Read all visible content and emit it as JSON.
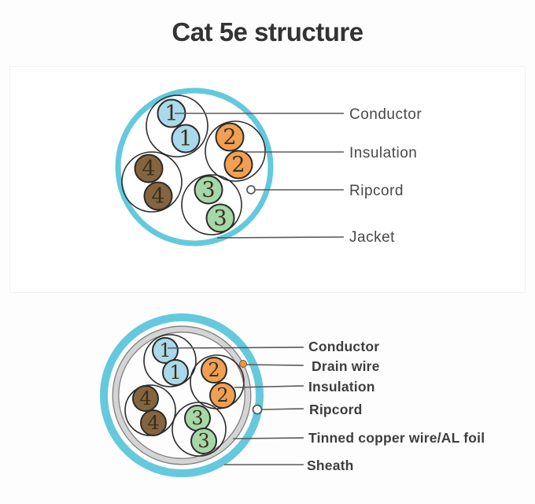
{
  "title": "Cat 5e structure",
  "colors": {
    "jacket_cyan": "#64c9dd",
    "pair_blue": "#a9d9ea",
    "pair_orange": "#f0a053",
    "pair_green": "#a6d7a8",
    "pair_brown": "#85653f",
    "number_text": "#3a2f1b",
    "sheath_fill": "#d4d4d4",
    "sheath_edge": "#7f7f7f",
    "drain_dot": "#e8973f",
    "leader_line": "#5a5a5a",
    "top_label_text": "#484848",
    "bottom_label_text": "#3e3e3e"
  },
  "top_diagram": {
    "pair_numbers": [
      "1",
      "2",
      "3",
      "4"
    ],
    "labels": {
      "conductor": "Conductor",
      "insulation": "Insulation",
      "ripcord": "Ripcord",
      "jacket": "Jacket"
    }
  },
  "bottom_diagram": {
    "pair_numbers": [
      "1",
      "2",
      "3",
      "4"
    ],
    "labels": {
      "conductor": "Conductor",
      "drain_wire": "Drain wire",
      "insulation": "Insulation",
      "ripcord": "Ripcord",
      "tinned_foil": "Tinned copper wire/AL foil",
      "sheath": "Sheath"
    }
  }
}
